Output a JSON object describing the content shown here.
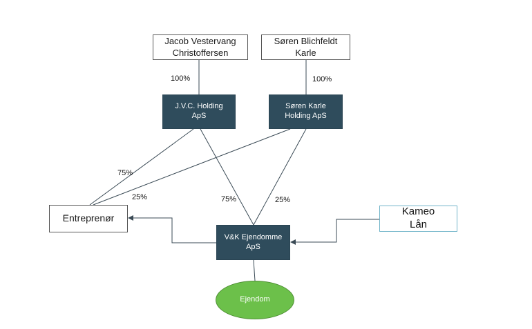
{
  "nodes": {
    "jacob": {
      "line1": "Jacob Vestervang",
      "line2": "Christoffersen"
    },
    "soren": {
      "line1": "Søren Blichfeldt",
      "line2": "Karle"
    },
    "jvc": {
      "line1": "J.V.C. Holding",
      "line2": "ApS"
    },
    "sorenkarle": {
      "line1": "Søren Karle",
      "line2": "Holding ApS"
    },
    "entreprenor": {
      "label": "Entreprenør"
    },
    "vk": {
      "line1": "V&K Ejendomme",
      "line2": "ApS"
    },
    "kameo": {
      "line1": "Kameo",
      "line2": "Lån"
    },
    "ejendom": {
      "label": "Ejendom"
    }
  },
  "edge_labels": {
    "jacob_jvc": "100%",
    "soren_sk": "100%",
    "jvc_entreprenor": "75%",
    "sk_entreprenor": "25%",
    "jvc_vk": "75%",
    "sk_vk": "25%"
  },
  "colors": {
    "dark_box": "#2f4c5c",
    "ejendom_fill": "#6cc04a",
    "kameo_border": "#6fb3c8",
    "line": "#3a4a55"
  }
}
